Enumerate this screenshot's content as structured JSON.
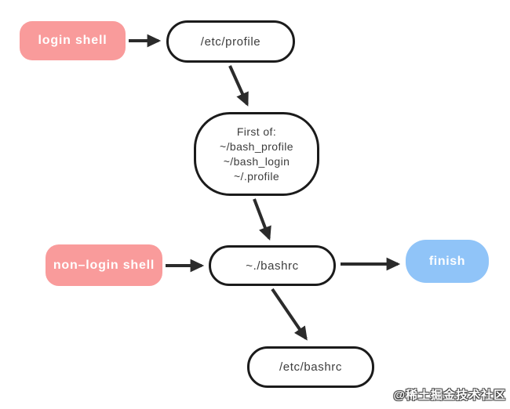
{
  "diagram": {
    "nodes": {
      "login_shell": {
        "label": "login shell"
      },
      "etc_profile": {
        "label": "/etc/profile"
      },
      "first_of": {
        "line1": "First of:",
        "line2": "~/bash_profile",
        "line3": "~/bash_login",
        "line4": "~/.profile"
      },
      "non_login_shell": {
        "label": "non–login shell"
      },
      "bashrc": {
        "label": "~./bashrc"
      },
      "finish": {
        "label": "finish"
      },
      "etc_bashrc": {
        "label": "/etc/bashrc"
      }
    },
    "edges": [
      {
        "from": "login_shell",
        "to": "etc_profile"
      },
      {
        "from": "etc_profile",
        "to": "first_of"
      },
      {
        "from": "first_of",
        "to": "bashrc"
      },
      {
        "from": "non_login_shell",
        "to": "bashrc"
      },
      {
        "from": "bashrc",
        "to": "finish"
      },
      {
        "from": "bashrc",
        "to": "etc_bashrc"
      }
    ],
    "colors": {
      "pink_node": "#F99B9B",
      "blue_node": "#90C4F8",
      "node_border": "#1B1B1B",
      "arrow": "#2B2B2B",
      "node_text": "#3D3D3D",
      "light_text": "#FFFFFF",
      "background": "#FFFFFF"
    }
  },
  "watermark": {
    "text": "@稀土掘金技术社区"
  }
}
